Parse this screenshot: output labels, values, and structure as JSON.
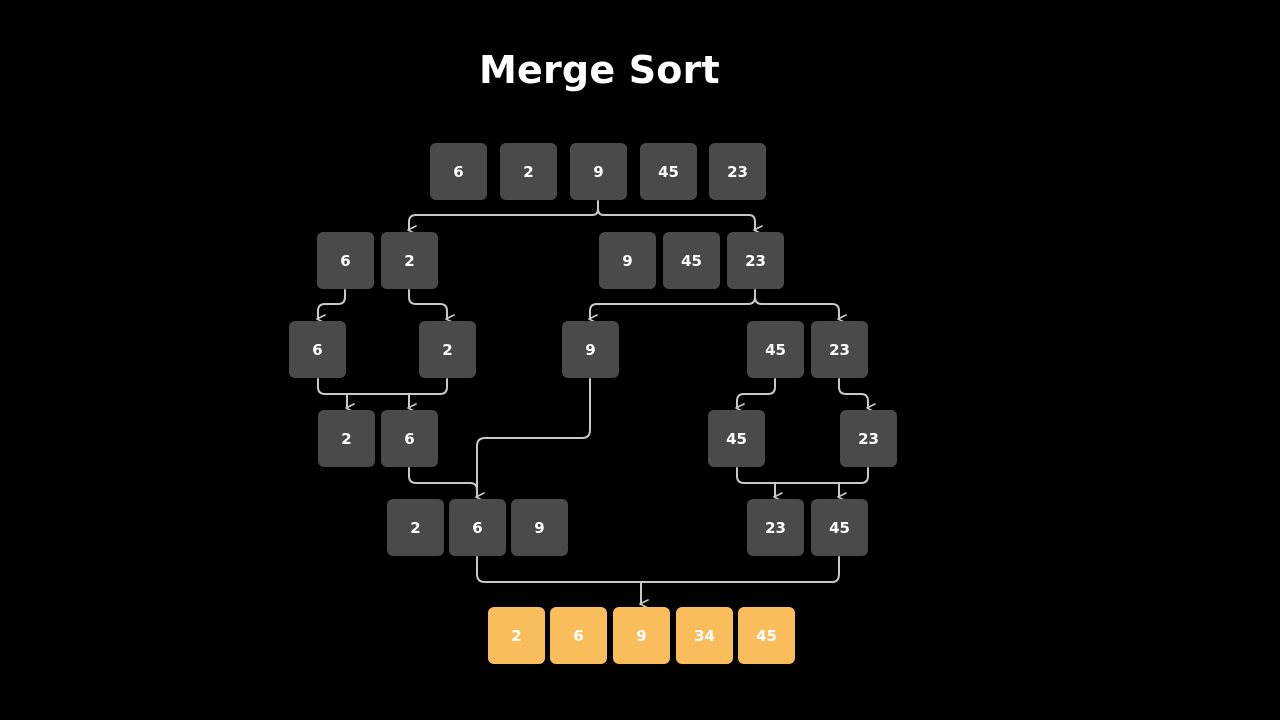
{
  "title": "Merge Sort",
  "colors": {
    "background": "#000000",
    "cell": "#4a4a4a",
    "result_cell": "#f9bd5c",
    "text": "#ffffff",
    "connector": "#c8c8c8"
  },
  "rows": {
    "r0": [
      "6",
      "2",
      "9",
      "45",
      "23"
    ],
    "r1_left": [
      "6",
      "2"
    ],
    "r1_right": [
      "9",
      "45",
      "23"
    ],
    "r2_a": [
      "6"
    ],
    "r2_b": [
      "2"
    ],
    "r2_c": [
      "9"
    ],
    "r2_d": [
      "45",
      "23"
    ],
    "r3_left": [
      "2",
      "6"
    ],
    "r3_a": [
      "45"
    ],
    "r3_b": [
      "23"
    ],
    "r4_left": [
      "2",
      "6",
      "9"
    ],
    "r4_right": [
      "23",
      "45"
    ],
    "r5": [
      "2",
      "6",
      "9",
      "34",
      "45"
    ]
  }
}
